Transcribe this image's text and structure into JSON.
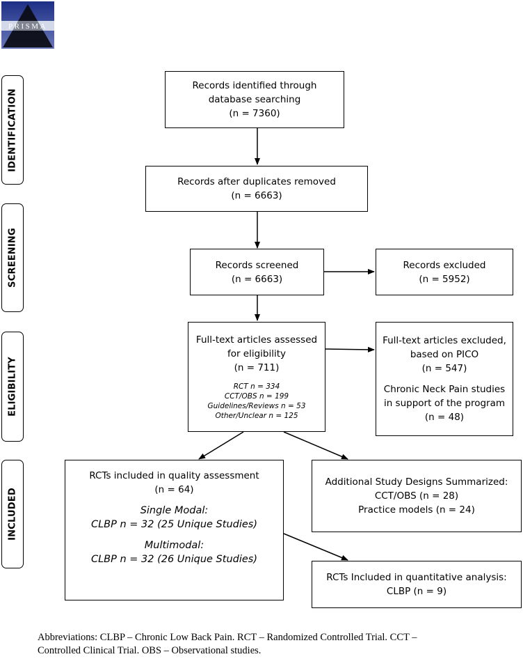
{
  "logo": {
    "text": "PRISMA"
  },
  "stages": {
    "identification": "IDENTIFICATION",
    "screening": "SCREENING",
    "eligibility": "ELIGIBILITY",
    "included": "INCLUDED"
  },
  "boxes": {
    "identified": {
      "line1": "Records identified through",
      "line2": "database searching",
      "count": "(n = 7360)"
    },
    "dedup": {
      "line1": "Records after duplicates removed",
      "count": "(n = 6663)"
    },
    "screened": {
      "line1": "Records screened",
      "count": "(n = 6663)"
    },
    "excluded": {
      "line1": "Records excluded",
      "count": "(n = 5952)"
    },
    "fulltext": {
      "line1": "Full-text articles assessed",
      "line2": "for eligibility",
      "count": "(n = 711)",
      "breakdown": [
        "RCT n = 334",
        "CCT/OBS n = 199",
        "Guidelines/Reviews n = 53",
        "Other/Unclear n = 125"
      ]
    },
    "fulltext_excluded": {
      "line1": "Full-text articles excluded,",
      "line2": "based on PICO",
      "count": "(n = 547)",
      "line3": "Chronic Neck Pain studies",
      "line4": "in support of the program",
      "count2": "(n = 48)"
    },
    "rcts_quality": {
      "line1": "RCTs included in quality assessment",
      "count": "(n = 64)",
      "single_heading": "Single Modal:",
      "single_value": "CLBP n = 32 (25 Unique Studies)",
      "multi_heading": "Multimodal:",
      "multi_value": "CLBP n = 32 (26 Unique Studies)"
    },
    "additional": {
      "line1": "Additional Study Designs Summarized:",
      "line2": "CCT/OBS (n = 28)",
      "line3": "Practice models (n = 24)"
    },
    "quantitative": {
      "line1": "RCTs Included in quantitative analysis:",
      "line2": "CLBP (n = 9)"
    }
  },
  "abbreviations": {
    "line1": "Abbreviations: CLBP – Chronic Low Back Pain. RCT – Randomized Controlled Trial. CCT –",
    "line2": "Controlled Clinical Trial.  OBS – Observational studies."
  },
  "colors": {
    "logo_top": "#3a4b9c",
    "logo_band": "#c8cfe6",
    "line": "#000000"
  }
}
